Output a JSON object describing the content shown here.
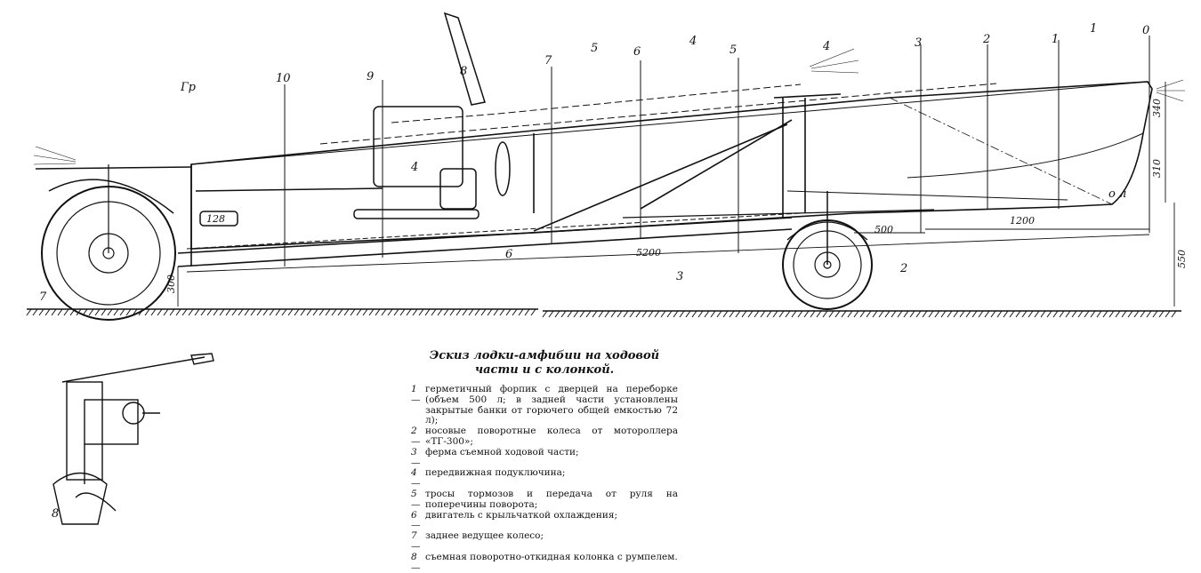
{
  "title": "Эскиз лодки-амфибии на ходовой части и с колонкой.",
  "labels": {
    "l1a": "1",
    "l1b": "1",
    "l2a": "2",
    "l2b": "2",
    "l3a": "3",
    "l3b": "3",
    "l4a": "4",
    "l4b": "4",
    "l4c": "4",
    "l5a": "5",
    "l5b": "5",
    "l6a": "6",
    "l6b": "6",
    "l7a": "7",
    "l7b": "7",
    "l8a": "8",
    "l8b": "8",
    "l9": "9",
    "l10": "10",
    "l0": "0",
    "gr": "Гр",
    "ol": "о л"
  },
  "dimensions": {
    "d5200": "5200",
    "d1200": "1200",
    "d500": "500",
    "d340": "340",
    "d310": "310",
    "d550": "550",
    "d300": "300",
    "d128": "128"
  },
  "legend": [
    {
      "num": "1 —",
      "text": "герметичный форпик с дверцей на переборке (объем 500 л; в задней части установлены закрытые банки от горючего общей емкостью 72 л);"
    },
    {
      "num": "2 —",
      "text": "носовые поворотные колеса от мотороллера «ТГ-300»;"
    },
    {
      "num": "3 —",
      "text": "ферма съемной ходовой части;"
    },
    {
      "num": "4 —",
      "text": "передвижная подуключина;"
    },
    {
      "num": "5 —",
      "text": "тросы тормозов и передача от руля на поперечины поворота;"
    },
    {
      "num": "6 —",
      "text": "двигатель с крыльчаткой охлаждения;"
    },
    {
      "num": "7 —",
      "text": "заднее ведущее колесо;"
    },
    {
      "num": "8 —",
      "text": "съемная поворотно-откидная колонка с румпелем."
    }
  ]
}
